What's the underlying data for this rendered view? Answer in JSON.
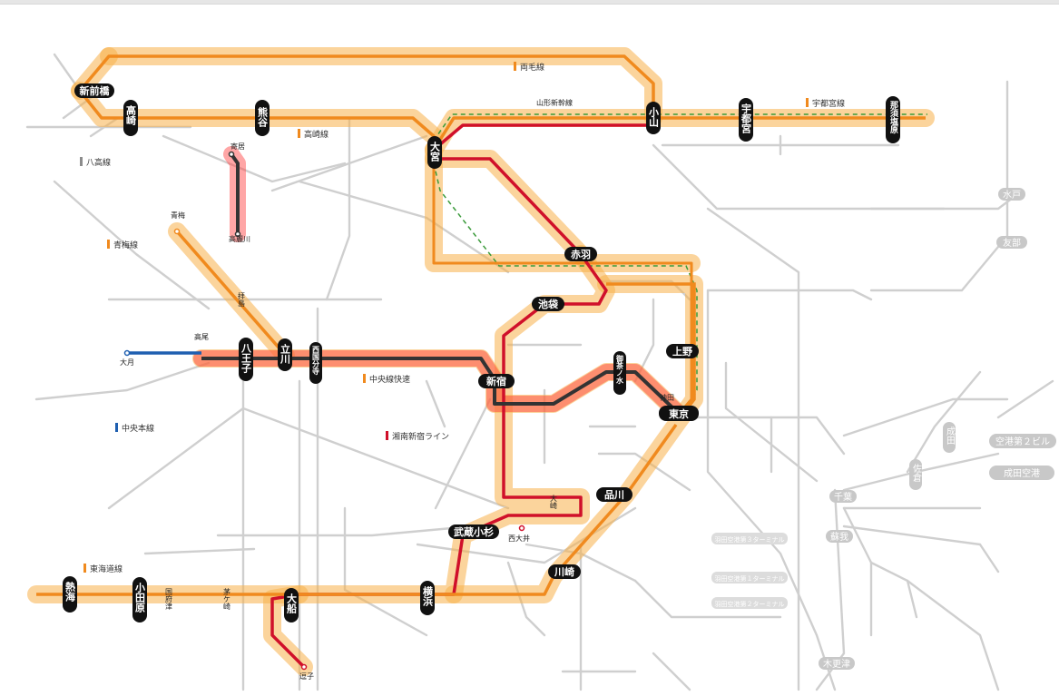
{
  "legend": [
    {
      "label": "両毛線",
      "color": "#f08a1e"
    },
    {
      "label": "宇都宮線",
      "color": "#f08a1e"
    },
    {
      "label": "高崎線",
      "color": "#f08a1e"
    },
    {
      "label": "八高線",
      "color": "#8c8c8c"
    },
    {
      "label": "青梅線",
      "color": "#f08a1e"
    },
    {
      "label": "中央線快速",
      "color": "#f08a1e"
    },
    {
      "label": "中央本線",
      "color": "#1f5fb0"
    },
    {
      "label": "湘南新宿ライン",
      "color": "#d0102a"
    },
    {
      "label": "東海道線",
      "color": "#f08a1e"
    }
  ],
  "line_labels": {
    "yamagata_shinkansen": "山形新幹線"
  },
  "stations": {
    "shinmaebashi": "新前橋",
    "takasaki": "高崎",
    "kumagaya": "熊谷",
    "omiya": "大宮",
    "oyama": "小山",
    "utsunomiya": "宇都宮",
    "nasushiobara": "那須塩原",
    "akabane": "赤羽",
    "ikebukuro": "池袋",
    "ueno": "上野",
    "shinjuku": "新宿",
    "tokyo": "東京",
    "kanda": "神田",
    "ochanomizu": "御茶ノ水",
    "hachioji": "八王子",
    "tachikawa": "立川",
    "nishikokubunji": "西国分寺",
    "takao": "高尾",
    "otsuki": "大月",
    "ome": "青梅",
    "haijima": "拝島",
    "yorii": "寄居",
    "komagawa": "高麗川",
    "shinagawa": "品川",
    "osaki": "大崎",
    "nishioi": "西大井",
    "musashikosugi": "武蔵小杉",
    "kawasaki": "川崎",
    "yokohama": "横浜",
    "ofuna": "大船",
    "zushi": "逗子",
    "odawara": "小田原",
    "atami": "熱海",
    "kozu": "国府津",
    "chigasaki": "茅ケ崎"
  },
  "gray_stations": {
    "mito": "水戸",
    "tomobe": "友部",
    "narita": "成田",
    "sakura": "佐倉",
    "chiba": "千葉",
    "soga": "蘇我",
    "kisarazu": "木更津",
    "narita_airport": "成田空港",
    "airport_t2": "空港第２ビル",
    "haneda_3": "羽田空港第３ターミナル",
    "haneda_1": "羽田空港第１ターミナル",
    "haneda_2": "羽田空港第２ターミナル"
  },
  "colors": {
    "orange": "#f08a1e",
    "red": "#d0102a",
    "dark": "#333333",
    "blue": "#1f5fb0",
    "green": "#3a9a3a",
    "glow": "#f7b04a"
  }
}
